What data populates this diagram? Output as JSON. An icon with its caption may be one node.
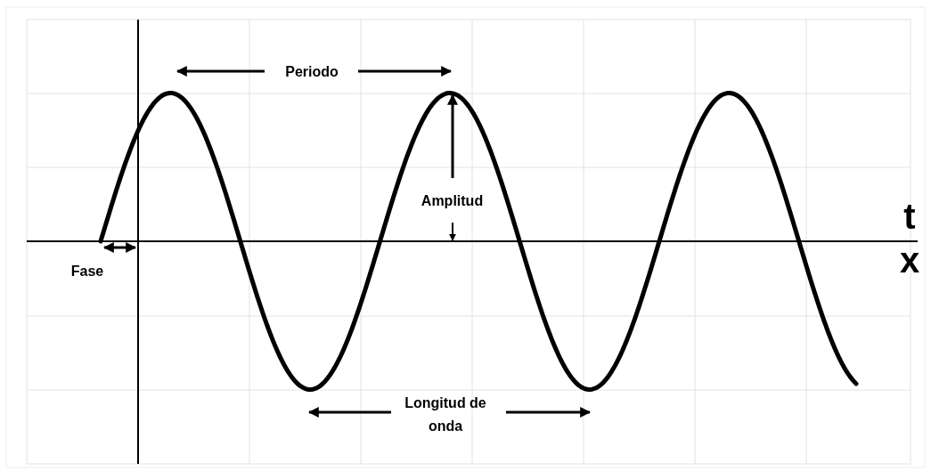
{
  "diagram": {
    "labels": [
      "Periodo",
      "Amplitud",
      "t",
      "Fase",
      "x",
      "Longitud de onda"
    ]
  }
}
